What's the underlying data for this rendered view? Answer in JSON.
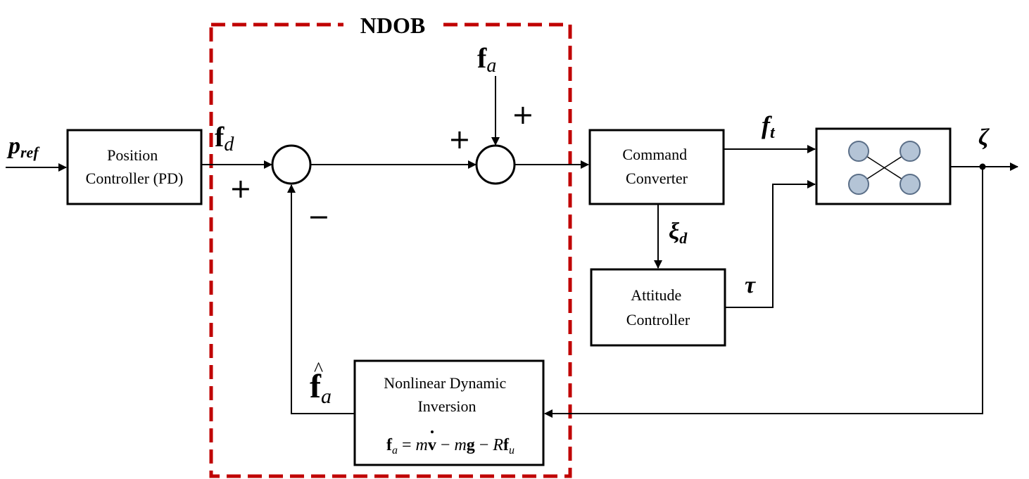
{
  "ndob_label": "NDOB",
  "signals": {
    "p_ref": {
      "main": "p",
      "sub": "ref"
    },
    "f_d": {
      "main": "f",
      "sub": "d"
    },
    "f_a": {
      "main": "f",
      "sub": "a"
    },
    "f_a_hat": {
      "main": "f",
      "sub": "a",
      "hat": "^"
    },
    "f_t": {
      "main": "f",
      "sub": "t"
    },
    "xi_d": {
      "main": "ξ",
      "sub": "d"
    },
    "tau": "τ",
    "zeta": "ζ"
  },
  "signs": {
    "sum1_plus": "+",
    "sum1_minus": "−",
    "sum2_plus_left": "+",
    "sum2_plus_top": "+"
  },
  "blocks": {
    "position_controller": [
      "Position",
      "Controller (PD)"
    ],
    "command_converter": [
      "Command",
      "Converter"
    ],
    "attitude_controller": [
      "Attitude",
      "Controller"
    ],
    "ndi": {
      "lines": [
        "Nonlinear Dynamic",
        "Inversion"
      ],
      "equation": {
        "lhs_main": "f",
        "lhs_sub": "a",
        "eq": " = ",
        "t1": "m",
        "t1b": "v",
        "minus1": " − ",
        "t2": "m",
        "t2b": "g",
        "minus2": " − ",
        "t3": "R",
        "t3b": "f",
        "t3sub": "u"
      }
    }
  },
  "colors": {
    "ndob_border": "#c00000",
    "rotor_fill": "#b4c4d6",
    "rotor_stroke": "#5b6f88",
    "line": "#000000"
  },
  "icons": {
    "plant": "quadrotor-icon"
  }
}
